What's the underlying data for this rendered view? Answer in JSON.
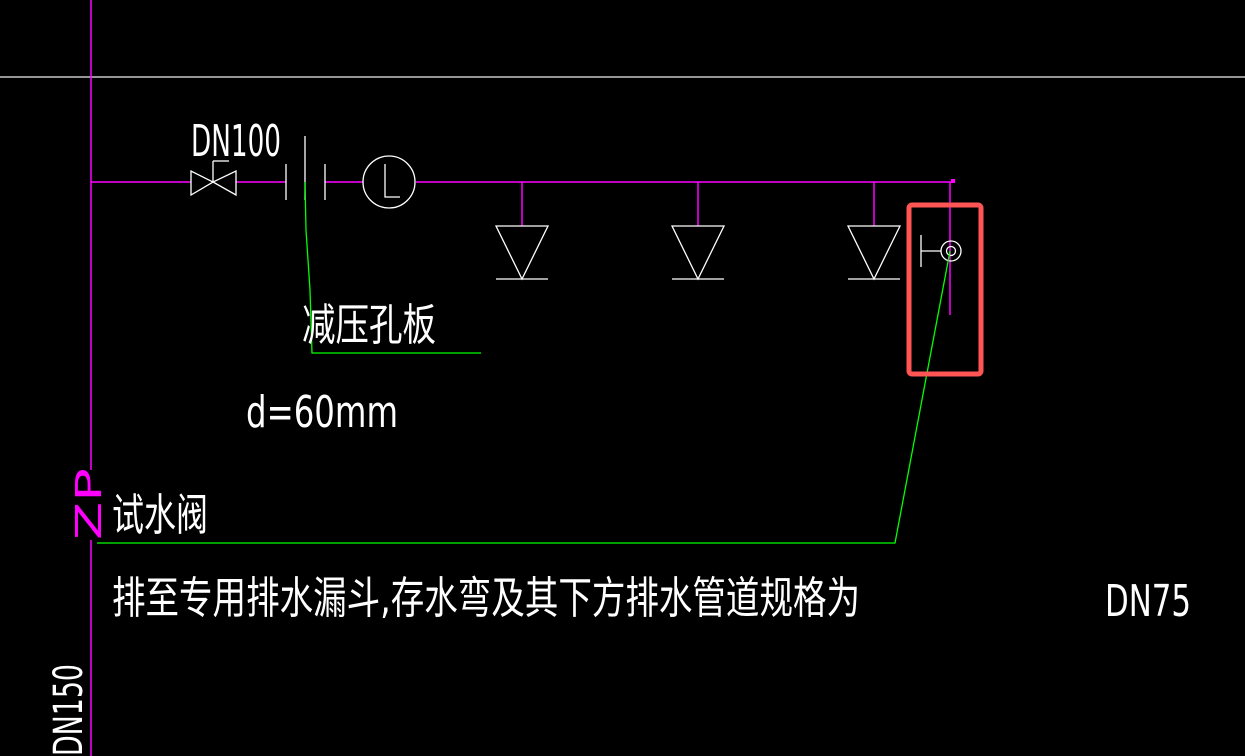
{
  "drawing": {
    "colors": {
      "background": "#000000",
      "pipe": "#ff00ff",
      "leader": "#00ff00",
      "symbol": "#ffffff",
      "grid_line": "#c8c8c8",
      "highlight": "#ff5555"
    },
    "labels": {
      "valve_size": "DN100",
      "orifice_plate": "减压孔板",
      "orifice_diameter": "d=60mm",
      "test_valve": "试水阀",
      "riser_tag": "ZP",
      "drain_note": "排至专用排水漏斗,存水弯及其下方排水管道规格为",
      "drain_size": "DN75",
      "riser_size": "DN150"
    },
    "symbols": {
      "gate_valve": "gate-valve-icon",
      "orifice_plate": "orifice-plate-icon",
      "flow_indicator": "flow-indicator-icon",
      "flow_indicator_letter": "L",
      "sprinklers": [
        "sprinkler-head-icon",
        "sprinkler-head-icon",
        "sprinkler-head-icon"
      ],
      "test_valve_outlet": "test-valve-icon"
    },
    "highlight": {
      "label": "selected test valve region"
    }
  }
}
